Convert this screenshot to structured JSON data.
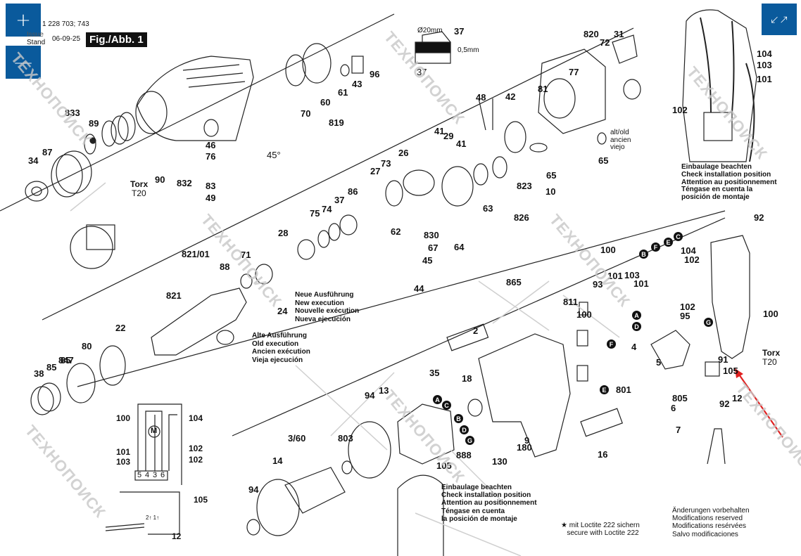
{
  "header": {
    "part_number": "1 228 703; 743",
    "issue_label": "Issue",
    "stand_label": "Stand",
    "date": "06-09-25",
    "figure": "Fig./Abb. 1"
  },
  "controls": {
    "zoom_in_icon": "+",
    "zoom_out_icon": "—",
    "collapse_icon": "↙↗"
  },
  "detail_37": {
    "diameter": "Ø20mm",
    "gap": "0,5mm",
    "part": "37"
  },
  "parts": [
    "34",
    "87",
    "833",
    "89",
    "90",
    "46",
    "76",
    "832",
    "83",
    "49",
    "45°",
    "70",
    "60",
    "61",
    "43",
    "96",
    "819",
    "37",
    "820",
    "31",
    "72",
    "77",
    "65",
    "81",
    "42",
    "48",
    "41",
    "29",
    "41",
    "26",
    "27",
    "73",
    "86",
    "37",
    "74",
    "75",
    "28",
    "71",
    "88",
    "821/01",
    "821",
    "22",
    "80",
    "85",
    "38",
    "85",
    "847",
    "24",
    "44",
    "45",
    "67",
    "62",
    "830",
    "64",
    "63",
    "823",
    "826",
    "865",
    "65",
    "10",
    "2",
    "35",
    "18",
    "94",
    "13",
    "803",
    "3/60",
    "14",
    "94",
    "105",
    "888",
    "130",
    "180",
    "9",
    "16",
    "811",
    "100",
    "93",
    "101",
    "801",
    "100",
    "103",
    "101",
    "104",
    "102",
    "102",
    "95",
    "4",
    "5",
    "805",
    "6",
    "7",
    "92",
    "12",
    "105",
    "91",
    "92",
    "100",
    "104",
    "103",
    "101",
    "102"
  ],
  "labels": {
    "torx": "Torx",
    "t20": "T20",
    "alt_old": "alt/old\nancien\nviejo",
    "new_execution": "Neue Ausführung\nNew execution\nNouvelle exécution\nNueva ejecución",
    "old_execution": "Alte Ausführung\nOld execution\nAncien exécution\nVieja ejecución",
    "install_note_top": "Einbaulage beachten\nCheck installation position\nAttention au positionnement\nTéngase en cuenta la\nposición de montaje",
    "install_note_bottom": "Einbaulage beachten\nCheck installation position\nAttention au positionnement\nTéngase en cuenta\nla posición de montaje",
    "loctite": "★ mit Loctite 222 sichern\n   secure with Loctite 222",
    "modifications": "Änderungen vorbehalten\nModifications reserved\nModifications resérvées\nSalvo modificaciones"
  },
  "wiring": {
    "terminals": [
      "5",
      "4",
      "3",
      "6"
    ],
    "switch_terminals": "2↑ 1↑",
    "motor_symbol": "M",
    "labels": [
      "100",
      "101",
      "103",
      "104",
      "102",
      "102",
      "105",
      "12"
    ]
  },
  "connectors": [
    "A",
    "C",
    "B",
    "D",
    "G",
    "B",
    "F",
    "E",
    "C",
    "A",
    "D",
    "F",
    "E",
    "G"
  ],
  "watermark": "ТЕХНОПОИСК",
  "highlight": {
    "arrow_color": "#e02020",
    "target_part": "12"
  },
  "colors": {
    "control_bg": "#0a5a9c",
    "ink": "#111111"
  }
}
